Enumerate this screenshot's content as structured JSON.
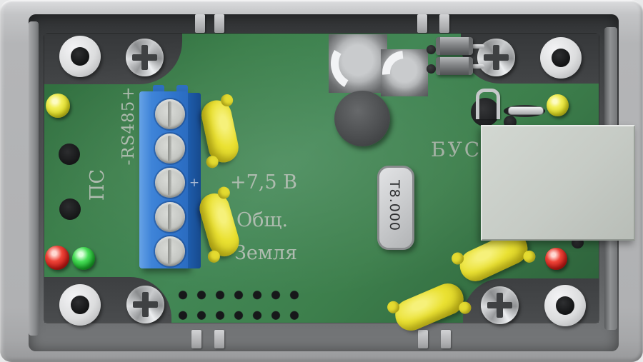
{
  "device": {
    "type_hint": "electronic module in grey plastic enclosure, top view of green PCB"
  },
  "silkscreen": {
    "ps": "ПС",
    "rs485": "-RS485+",
    "terminal_plus": "+",
    "supply": "+7,5 В",
    "common": "Общ.",
    "ground": "Земля",
    "bus": "БУС"
  },
  "components": {
    "crystal_label": "Т8.000"
  },
  "colors": {
    "case_grey": "#b4b5b7",
    "tray_grey": "#4c4e50",
    "pcb_green": "#3c7f4b",
    "terminal_blue": "#2f74cc",
    "fuse_yellow": "#eae132",
    "led_yellow": "#e0dc26",
    "led_red": "#cf201c",
    "led_green": "#27b037",
    "silkscreen_grey": "#b5bfb5",
    "relay_grey": "#c6cbc5"
  }
}
